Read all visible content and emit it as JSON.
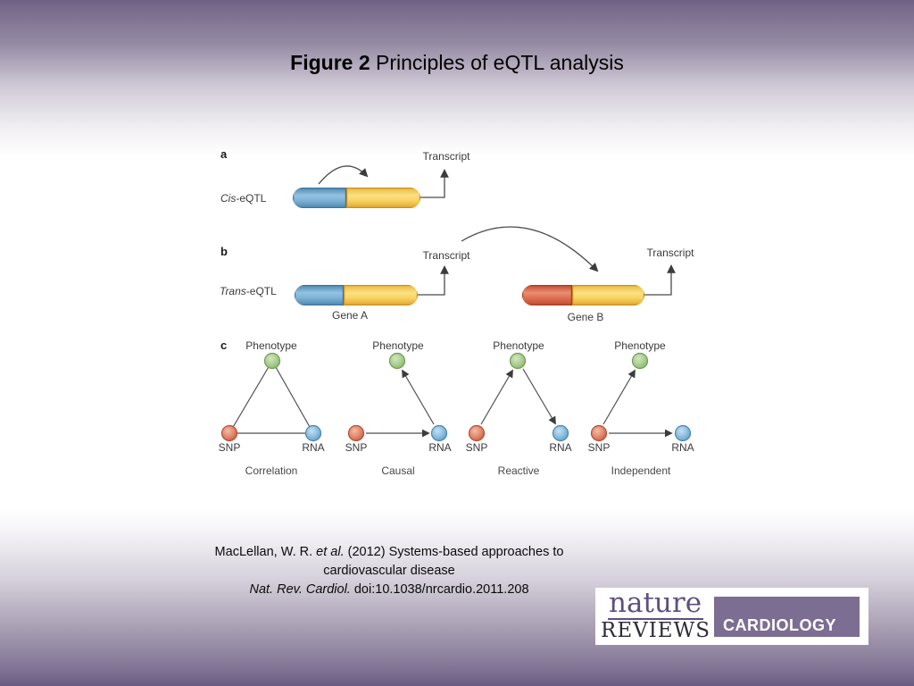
{
  "slide": {
    "title": {
      "prefix_bold": "Figure 2",
      "rest": " Principles of eQTL analysis"
    },
    "citation": {
      "line1_pre": "MacLellan, W. R. ",
      "line1_italic": "et al.",
      "line1_post": " (2012) Systems-based approaches to cardiovascular disease",
      "line2_italic": "Nat. Rev. Cardiol.",
      "line2_post": " doi:10.1038/nrcardio.2011.208"
    },
    "logo": {
      "publisher": "nature",
      "series": "REVIEWS",
      "journal": "CARDIOLOGY"
    },
    "colors": {
      "frame_purple": "#786b8b",
      "logo_box_purple": "#7c6e92",
      "nature_text_purple": "#5e4f80"
    }
  },
  "figure": {
    "panel_a": {
      "letter": "a",
      "label_italic": "Cis",
      "label_rest": "-eQTL",
      "transcript_label": "Transcript"
    },
    "panel_b": {
      "letter": "b",
      "label_italic": "Trans",
      "label_rest": "-eQTL",
      "transcript_label_gene_a": "Transcript",
      "transcript_label_gene_b": "Transcript",
      "gene_a_label": "Gene A",
      "gene_b_label": "Gene B"
    },
    "panel_c": {
      "letter": "c",
      "diagrams": [
        {
          "phenotype": "Phenotype",
          "snp": "SNP",
          "rna": "RNA",
          "caption": "Correlation"
        },
        {
          "phenotype": "Phenotype",
          "snp": "SNP",
          "rna": "RNA",
          "caption": "Causal"
        },
        {
          "phenotype": "Phenotype",
          "snp": "SNP",
          "rna": "RNA",
          "caption": "Reactive"
        },
        {
          "phenotype": "Phenotype",
          "snp": "SNP",
          "rna": "RNA",
          "caption": "Independent"
        }
      ]
    },
    "colors": {
      "snp_segment_blue": "#5f9ec7",
      "gene_body_yellow": "#f6d365",
      "trans_snp_segment_red": "#d4593f",
      "phenotype_node_green": "#a5cb8b",
      "snp_node_red": "#dd8165",
      "rna_node_blue": "#84b9da",
      "line_gray": "#4a4a4a"
    }
  }
}
